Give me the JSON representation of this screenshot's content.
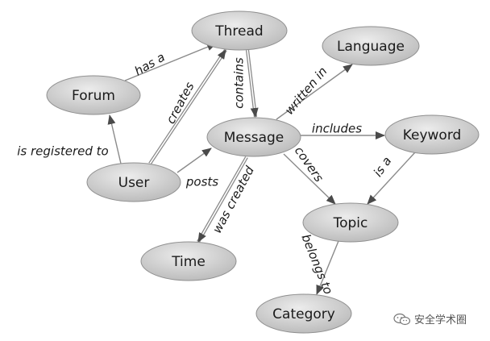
{
  "diagram": {
    "nodes": {
      "thread": {
        "label": "Thread"
      },
      "forum": {
        "label": "Forum"
      },
      "language": {
        "label": "Language"
      },
      "message": {
        "label": "Message"
      },
      "keyword": {
        "label": "Keyword"
      },
      "user": {
        "label": "User"
      },
      "topic": {
        "label": "Topic"
      },
      "time": {
        "label": "Time"
      },
      "category": {
        "label": "Category"
      }
    },
    "edges": [
      {
        "from": "forum",
        "to": "thread",
        "label": "has a"
      },
      {
        "from": "user",
        "to": "thread",
        "label": "creates"
      },
      {
        "from": "thread",
        "to": "message",
        "label": "contains"
      },
      {
        "from": "user",
        "to": "forum",
        "label": "is registered to"
      },
      {
        "from": "user",
        "to": "message",
        "label": "posts"
      },
      {
        "from": "message",
        "to": "language",
        "label": "written in"
      },
      {
        "from": "message",
        "to": "keyword",
        "label": "includes"
      },
      {
        "from": "message",
        "to": "topic",
        "label": "covers"
      },
      {
        "from": "keyword",
        "to": "topic",
        "label": "is a"
      },
      {
        "from": "message",
        "to": "time",
        "label": "was created"
      },
      {
        "from": "topic",
        "to": "category",
        "label": "belongs to"
      }
    ],
    "colors": {
      "node_fill_light": "#e4e4e4",
      "node_fill_dark": "#b9b9b9",
      "node_stroke": "#8f8f8f",
      "edge": "#8a8a8a",
      "arrowhead": "#4a4a4a"
    }
  },
  "watermark": {
    "text": "安全学术圈",
    "icon": "wechat-logo-icon"
  }
}
